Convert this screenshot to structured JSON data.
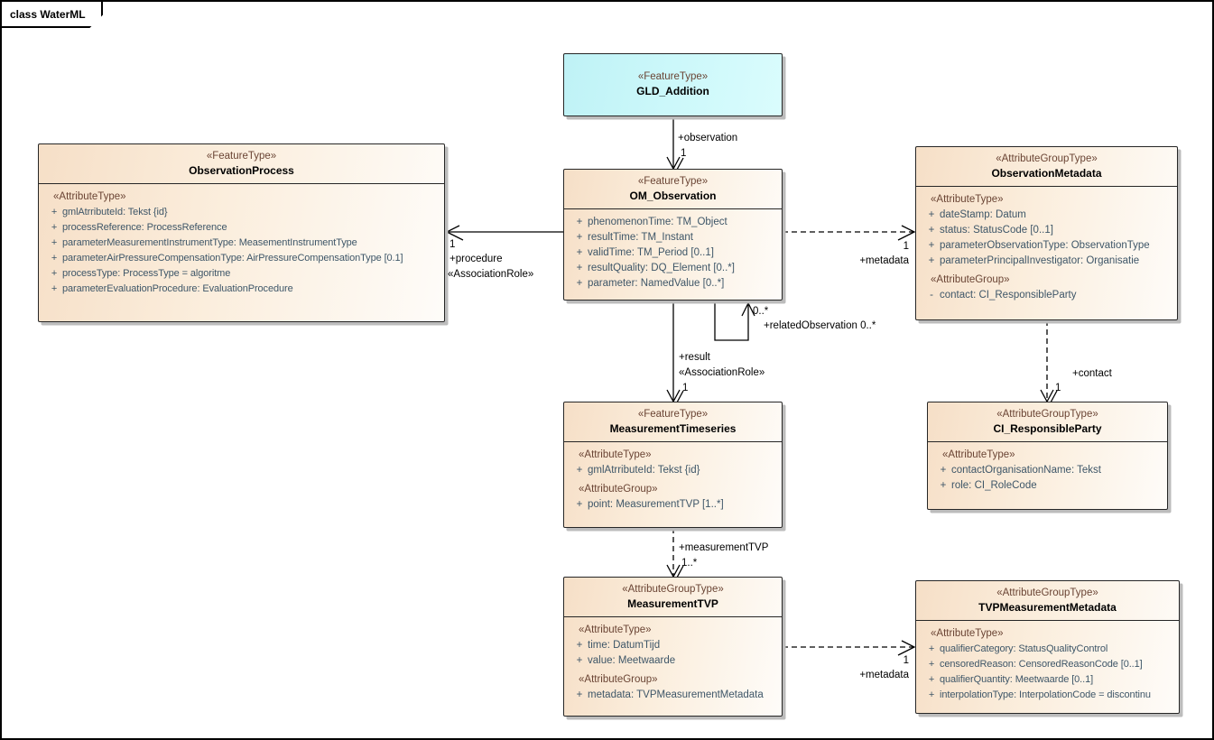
{
  "frame": {
    "title": "class WaterML"
  },
  "colors": {
    "accent_cyan": "#ccf8fa",
    "accent_peach": "#f6dfc7",
    "stereotype_text": "#6a4434",
    "attribute_text": "#3e5668",
    "border": "#262626",
    "shadow": "#bcbcbc"
  },
  "classes": {
    "gld": {
      "stereotype": "«FeatureType»",
      "name": "GLD_Addition"
    },
    "obs_process": {
      "stereotype": "«FeatureType»",
      "name": "ObservationProcess",
      "items": [
        {
          "k": "g",
          "t": "«AttributeType»"
        },
        {
          "k": "a",
          "v": "+",
          "t": "gmlAtrributeId: Tekst {id}"
        },
        {
          "k": "a",
          "v": "+",
          "t": "processReference: ProcessReference"
        },
        {
          "k": "a",
          "v": "+",
          "t": "parameterMeasurementInstrumentType: MeasementInstrumentType"
        },
        {
          "k": "a",
          "v": "+",
          "t": "parameterAirPressureCompensationType: AirPressureCompensationType [0.1]"
        },
        {
          "k": "a",
          "v": "+",
          "t": "processType: ProcessType = algoritme"
        },
        {
          "k": "a",
          "v": "+",
          "t": "parameterEvaluationProcedure: EvaluationProcedure"
        }
      ]
    },
    "om_observation": {
      "stereotype": "«FeatureType»",
      "name": "OM_Observation",
      "items": [
        {
          "k": "a",
          "v": "+",
          "t": "phenomenonTime: TM_Object"
        },
        {
          "k": "a",
          "v": "+",
          "t": "resultTime: TM_Instant"
        },
        {
          "k": "a",
          "v": "+",
          "t": "validTime: TM_Period [0..1]"
        },
        {
          "k": "a",
          "v": "+",
          "t": "resultQuality: DQ_Element [0..*]"
        },
        {
          "k": "a",
          "v": "+",
          "t": "parameter: NamedValue [0..*]"
        }
      ]
    },
    "obs_metadata": {
      "stereotype": "«AttributeGroupType»",
      "name": "ObservationMetadata",
      "items": [
        {
          "k": "g",
          "t": "«AttributeType»"
        },
        {
          "k": "a",
          "v": "+",
          "t": "dateStamp: Datum"
        },
        {
          "k": "a",
          "v": "+",
          "t": "status: StatusCode [0..1]"
        },
        {
          "k": "a",
          "v": "+",
          "t": "parameterObservationType: ObservationType"
        },
        {
          "k": "a",
          "v": "+",
          "t": "parameterPrincipalInvestigator: Organisatie"
        },
        {
          "k": "g",
          "t": "«AttributeGroup»"
        },
        {
          "k": "a",
          "v": "-",
          "t": "contact: CI_ResponsibleParty"
        }
      ]
    },
    "timeseries": {
      "stereotype": "«FeatureType»",
      "name": "MeasurementTimeseries",
      "items": [
        {
          "k": "g",
          "t": "«AttributeType»"
        },
        {
          "k": "a",
          "v": "+",
          "t": "gmlAtrributeId: Tekst {id}"
        },
        {
          "k": "g",
          "t": "«AttributeGroup»"
        },
        {
          "k": "a",
          "v": "+",
          "t": "point: MeasurementTVP [1..*]"
        }
      ]
    },
    "ci_party": {
      "stereotype": "«AttributeGroupType»",
      "name": "CI_ResponsibleParty",
      "items": [
        {
          "k": "g",
          "t": "«AttributeType»"
        },
        {
          "k": "a",
          "v": "+",
          "t": "contactOrganisationName: Tekst"
        },
        {
          "k": "a",
          "v": "+",
          "t": "role: CI_RoleCode"
        }
      ]
    },
    "mtvp": {
      "stereotype": "«AttributeGroupType»",
      "name": "MeasurementTVP",
      "items": [
        {
          "k": "g",
          "t": "«AttributeType»"
        },
        {
          "k": "a",
          "v": "+",
          "t": "time: DatumTijd"
        },
        {
          "k": "a",
          "v": "+",
          "t": "value: Meetwaarde"
        },
        {
          "k": "g",
          "t": "«AttributeGroup»"
        },
        {
          "k": "a",
          "v": "+",
          "t": "metadata: TVPMeasurementMetadata"
        }
      ]
    },
    "tvp_meta": {
      "stereotype": "«AttributeGroupType»",
      "name": "TVPMeasurementMetadata",
      "items": [
        {
          "k": "g",
          "t": "«AttributeType»"
        },
        {
          "k": "a",
          "v": "+",
          "t": "qualifierCategory: StatusQualityControl"
        },
        {
          "k": "a",
          "v": "+",
          "t": "censoredReason: CensoredReasonCode [0..1]"
        },
        {
          "k": "a",
          "v": "+",
          "t": "qualifierQuantity: Meetwaarde [0..1]"
        },
        {
          "k": "a",
          "v": "+",
          "t": "interpolationType: InterpolationCode = discontinu"
        }
      ]
    }
  },
  "connectors": {
    "observation": {
      "label": "+observation",
      "mult": "1"
    },
    "procedure": {
      "mult": "1",
      "label": "+procedure",
      "stereotype": "«AssociationRole»"
    },
    "metadata_top": {
      "mult": "1",
      "label": "+metadata"
    },
    "related": {
      "mult": "0..*",
      "label": "+relatedObservation 0..*"
    },
    "result": {
      "label": "+result",
      "stereotype": "«AssociationRole»",
      "mult": "1"
    },
    "contact": {
      "label": "+contact",
      "mult": "1"
    },
    "measurementtvp": {
      "label": "+measurementTVP",
      "mult": "1..*"
    },
    "metadata_bot": {
      "mult": "1",
      "label": "+metadata"
    }
  }
}
